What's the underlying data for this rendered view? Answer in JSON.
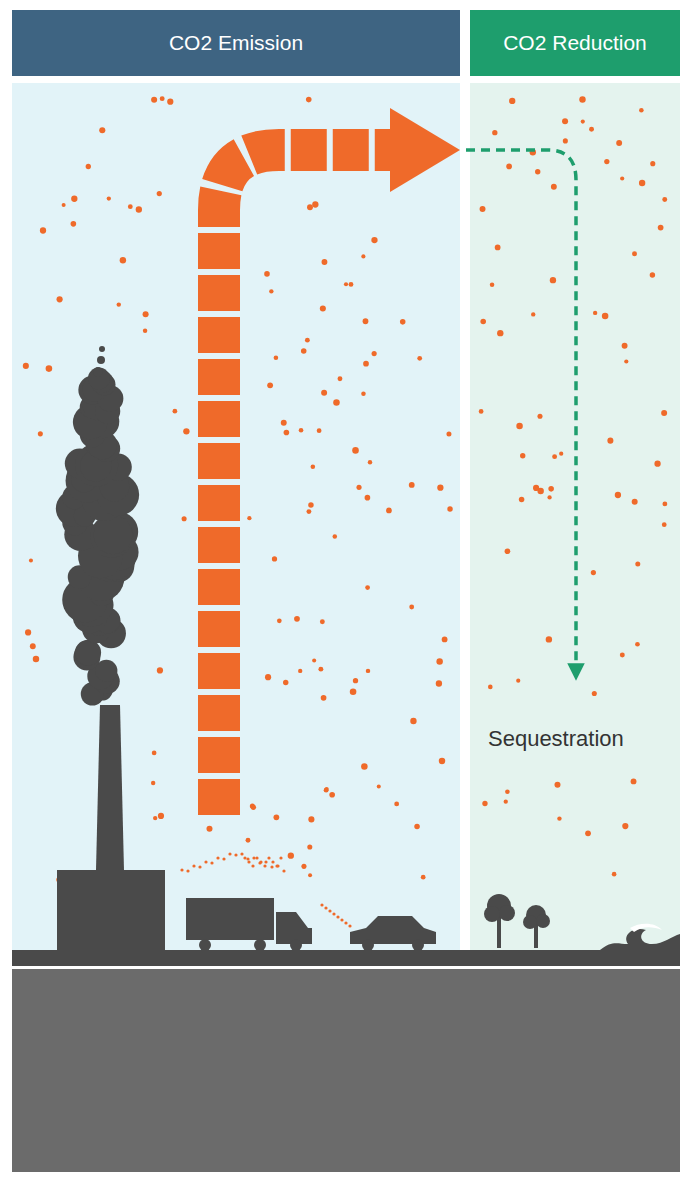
{
  "diagram": {
    "nodes": [
      {
        "text": [
          "CO2 Emission"
        ]
      },
      {
        "text": [
          "CO2 Reduction"
        ]
      }
    ],
    "labels": [
      "Sequestration"
    ]
  }
}
